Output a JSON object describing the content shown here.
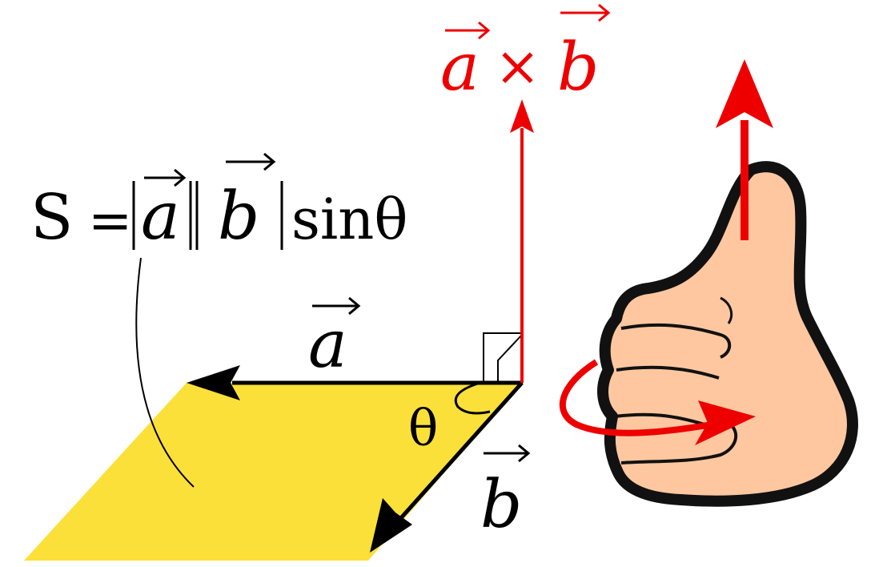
{
  "formula": {
    "lhs": "S",
    "equals": "=",
    "vec_a": "a",
    "vec_b": "b",
    "fn": "sinθ"
  },
  "labels": {
    "vector_a": "a",
    "vector_b": "b",
    "angle": "θ",
    "cross_a": "a",
    "cross_times": "×",
    "cross_b": "b"
  },
  "colors": {
    "parallelogram": "#FCE03A",
    "cross_product": "#EE0000",
    "ink": "#000000",
    "skin": "#FFC7A0"
  },
  "icons": {
    "hand": "thumbs-up-hand-icon",
    "rotation": "curved-arrow-icon",
    "right_angle": "right-angle-marker-icon"
  }
}
